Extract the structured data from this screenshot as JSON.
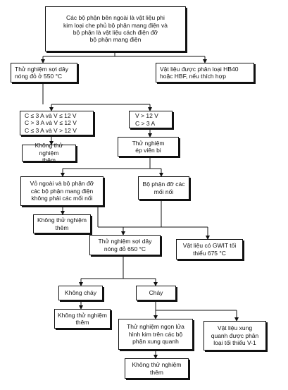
{
  "diagram": {
    "nodes": {
      "root": "Các bộ phận bên ngoài là vật liệu phi\nkim loại che phủ bộ phận mang điện và\nbộ phận là vật liệu cách điện đỡ\nbộ phận mang điện",
      "glow550": "Thử nghiệm sợi dây\nnóng đỏ ở 550 °C",
      "hb40": "Vật liệu được phân loại HB40\nhoặc HBF, nếu thích hợp",
      "cond_low": "C ≤ 3 A  và  V ≤ 12 V\nC > 3 A  và  V ≤ 12 V\nC ≤ 3 A  và  V > 12 V",
      "cond_high": "V > 12 V\nC > 3 A",
      "no_test_1": "Không thử nghiệm\nthêm",
      "ball_test": "Thử nghiệm\nép viên bi",
      "enclosure": "Vỏ ngoài và bộ phận đỡ\ncác bộ phận mang điện\nkhông phải các mối nối",
      "connections": "Bộ phận đỡ các\nmối nối",
      "no_test_2": "Không thử nghiệm\nthêm",
      "glow650": "Thử nghiệm sợi dây\nnóng đỏ 650 °C",
      "gwit675": "Vật liệu có GWIT tối\nthiểu 675 °C",
      "not_burn": "Không cháy",
      "burn": "Cháy",
      "no_test_3": "Không thử nghiệm\nthêm",
      "needle_flame": "Thử nghiệm ngọn lửa\nhình kim trên các bộ\nphận xung quanh",
      "v1_material": "Vật liệu xung\nquanh được phân\nloại tối thiểu V-1",
      "no_test_4": "Không thử nghiệm\nthêm"
    }
  }
}
